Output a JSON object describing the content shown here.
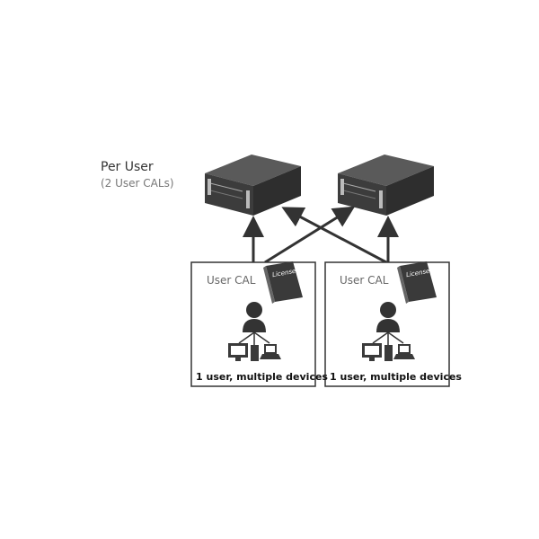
{
  "title": "Per User",
  "subtitle": "(2 User CALs)",
  "servers": [
    {
      "icon": "server-icon"
    },
    {
      "icon": "server-icon"
    }
  ],
  "user_boxes": [
    {
      "cal_label": "User CAL",
      "license_text": "License",
      "caption": "1 user, multiple devices"
    },
    {
      "cal_label": "User CAL",
      "license_text": "License",
      "caption": "1 user, multiple devices"
    }
  ],
  "colors": {
    "server_dark": "#3a3a3a",
    "server_top": "#555555",
    "arrow": "#333333",
    "box_border": "#333333"
  }
}
